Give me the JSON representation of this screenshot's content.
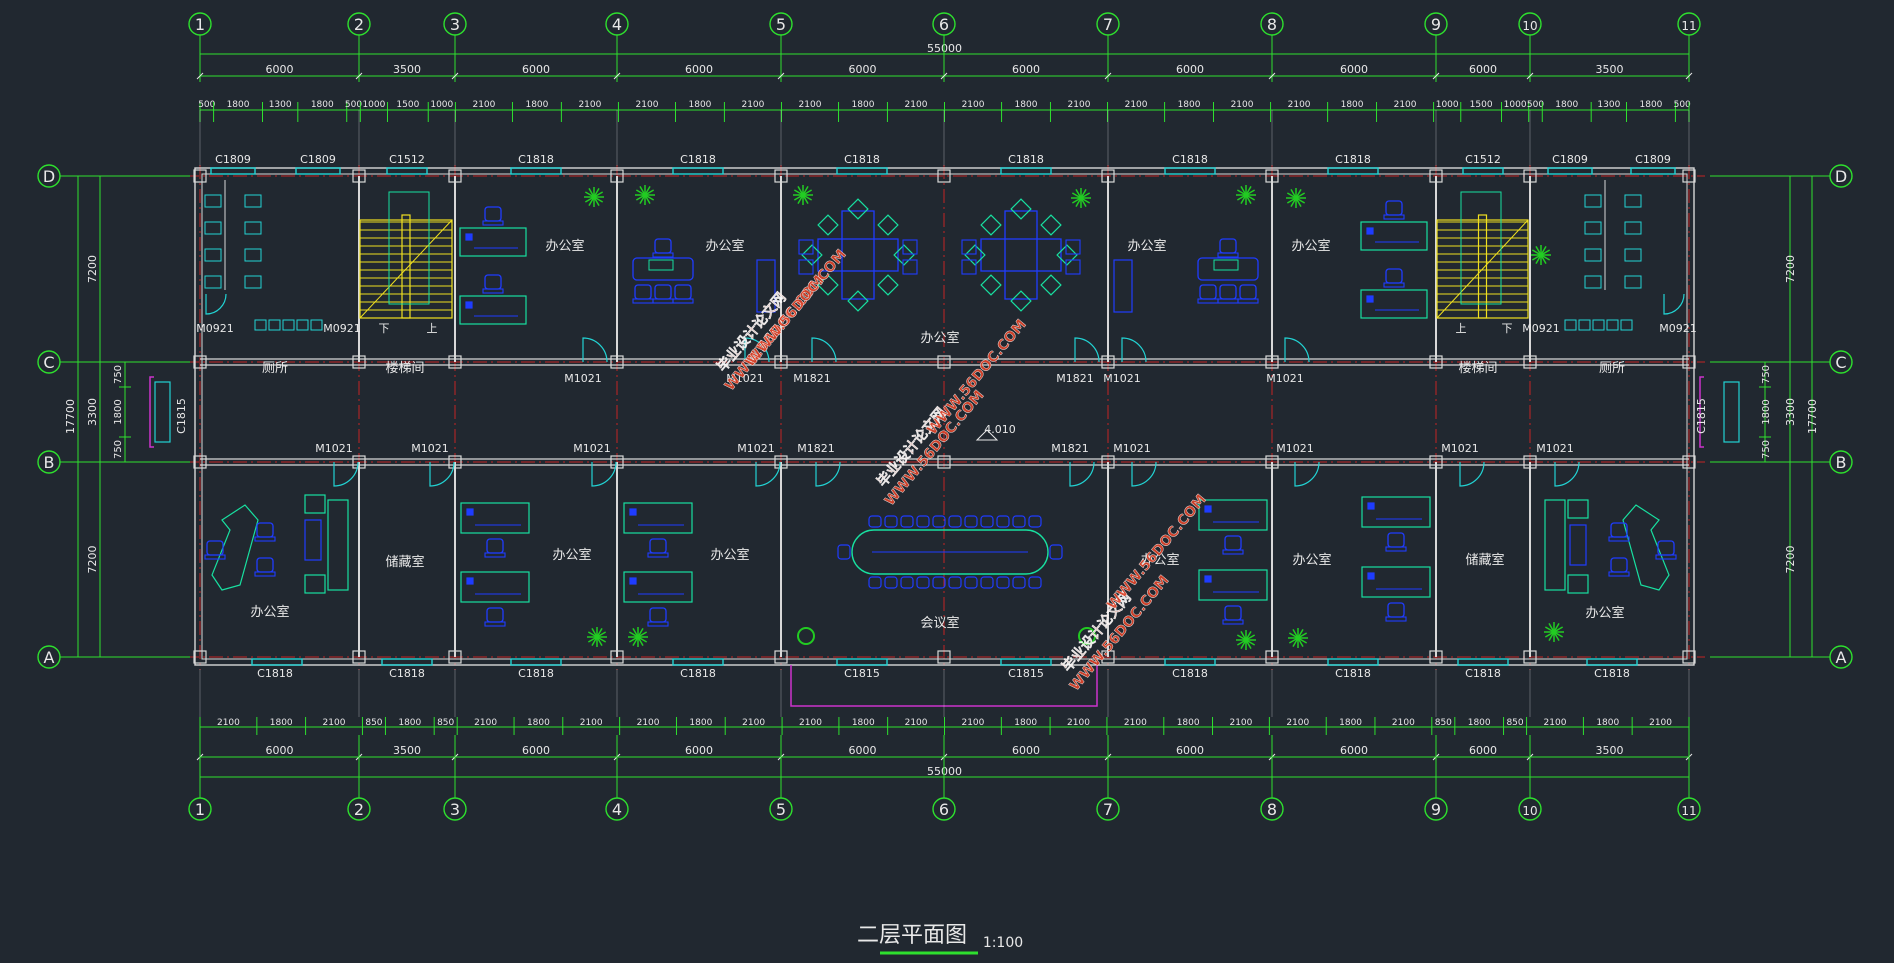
{
  "colors": {
    "background": "#212830",
    "dim_line": "#2ee02e",
    "dim_text": "#e8e8e8",
    "wall": "#d8d8d8",
    "grid": "#e02424",
    "window": "#22d3d3",
    "furniture": "#1f3cff",
    "desk": "#18e0a0",
    "stair": "#f0e020",
    "plant": "#22cc22",
    "magenta": "#cc33cc",
    "watermark": "#e0442a"
  },
  "column_axes": [
    "1",
    "2",
    "3",
    "4",
    "5",
    "6",
    "7",
    "8",
    "9",
    "10",
    "11"
  ],
  "row_axes": [
    "D",
    "C",
    "B",
    "A"
  ],
  "dimensions": {
    "total": "55000",
    "bays": [
      "6000",
      "3500",
      "6000",
      "6000",
      "6000",
      "6000",
      "6000",
      "6000",
      "6000",
      "3500",
      "6000"
    ],
    "top_detail": [
      "500",
      "1800",
      "1300",
      "1800",
      "500",
      "1000",
      "1500",
      "1000",
      "2100",
      "1800",
      "2100",
      "2100",
      "1800",
      "2100",
      "2100",
      "1800",
      "2100",
      "2100",
      "1800",
      "2100",
      "2100",
      "1800",
      "2100",
      "2100",
      "1800",
      "2100",
      "1000",
      "1500",
      "1000",
      "500",
      "1800",
      "1300",
      "1800",
      "500"
    ],
    "bottom_detail": [
      "2100",
      "1800",
      "2100",
      "850",
      "1800",
      "850",
      "2100",
      "1800",
      "2100",
      "2100",
      "1800",
      "2100",
      "2100",
      "1800",
      "2100",
      "2100",
      "1800",
      "2100",
      "2100",
      "1800",
      "2100",
      "2100",
      "1800",
      "2100",
      "850",
      "1800",
      "850",
      "2100",
      "1800",
      "2100"
    ],
    "vertical_total": "17700",
    "vertical_sections": [
      "7200",
      "3300",
      "7200"
    ],
    "corridor_detail": [
      "750",
      "1800",
      "750"
    ]
  },
  "rooms": {
    "toilet": "厕所",
    "stair": "楼梯间",
    "office": "办公室",
    "storage": "储藏室",
    "meeting": "会议室"
  },
  "stair_labels": {
    "down": "下",
    "up": "上"
  },
  "windows_top": [
    "C1809",
    "C1809",
    "C1512",
    "C1818",
    "C1818",
    "C1818",
    "C1818",
    "C1818",
    "C1818",
    "C1512",
    "C1809",
    "C1809"
  ],
  "windows_bottom": [
    "C1818",
    "C1818",
    "C1818",
    "C1818",
    "C1815",
    "C1815",
    "C1818",
    "C1818",
    "C1818",
    "C1818"
  ],
  "side_window": "C1815",
  "doors": {
    "toilet_left": "M0921",
    "toilet_right": "M0921",
    "upper": [
      "M1021",
      "M1021",
      "M1821",
      "M1821",
      "M1021",
      "M1021"
    ],
    "lower": [
      "M1021",
      "M1021",
      "M1021",
      "M1021",
      "M1821",
      "M1821",
      "M1021",
      "M1021",
      "M1021",
      "M1021"
    ]
  },
  "elevation_mark": "4.010",
  "watermark": {
    "line1": "毕业设计论文网",
    "line2": "WWW.56DOC.COM"
  },
  "title": {
    "main": "二层平面图",
    "scale": "1:100"
  }
}
